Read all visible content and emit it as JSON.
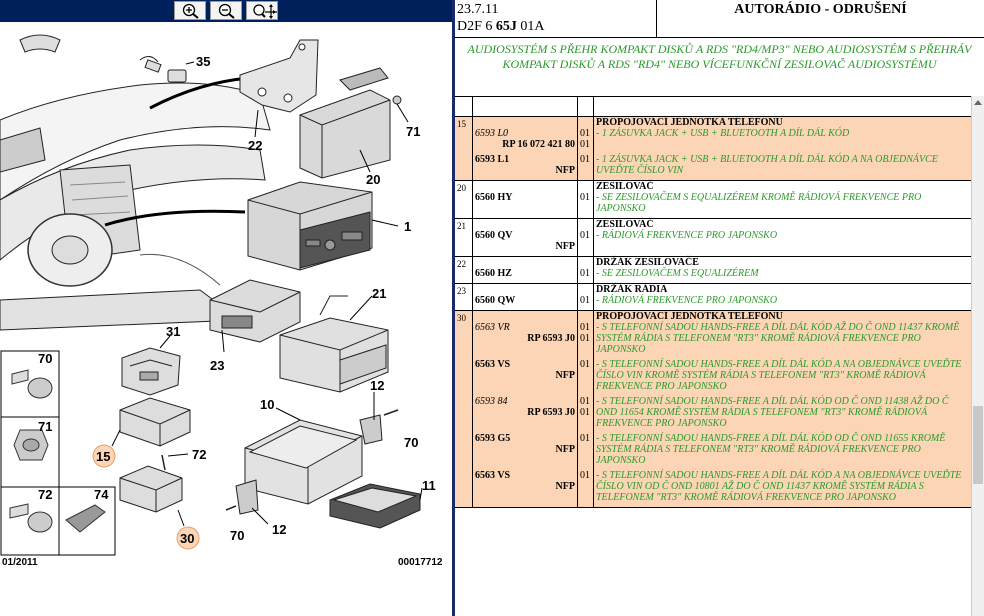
{
  "zoom_buttons": [
    {
      "name": "zoom-in-button",
      "icon": "zoom-in-icon"
    },
    {
      "name": "zoom-out-button",
      "icon": "zoom-out-icon"
    },
    {
      "name": "zoom-pan-button",
      "icon": "zoom-pan-icon"
    }
  ],
  "diagram": {
    "callouts": [
      "35",
      "22",
      "71",
      "20",
      "1",
      "21",
      "31",
      "23",
      "12",
      "70",
      "10",
      "72",
      "15",
      "30",
      "11",
      "12",
      "70"
    ],
    "inset_labels": [
      "70",
      "71",
      "72",
      "74"
    ],
    "footer_date": "01/2011",
    "footer_ref": "00017712"
  },
  "header": {
    "date": "23.7.11",
    "code_prefix": "D2F 6 ",
    "code_bold": "65J",
    "code_suffix": " 01A",
    "title": "AUTORÁDIO - ODRUŠENÍ"
  },
  "banner": "AUDIOSYSTÉM S PŘEHR KOMPAKT DISKŮ A RDS \"RD4/MP3\" NEBO AUDIOSYSTÉM S PŘEHRÁV KOMPAKT DISKŮ A RDS \"RD4\" NEBO VÍCEFUNKČNÍ ZESILOVAČ AUDIOSYSTÉMU",
  "groups": [
    {
      "num": "15",
      "highlight": true,
      "title": "PROPOJOVACÍ JEDNOTKA TELEFONU",
      "rows": [
        {
          "code": "6593 L0",
          "italic": true,
          "sub": "RP 16 072 421 80",
          "q": "01",
          "q2": "01",
          "desc": "- 1 ZÁSUVKA JACK + USB + BLUETOOTH A DÍL DÁL KÓD"
        },
        {
          "code": "6593 L1",
          "italic": false,
          "sub": "NFP",
          "q": "01",
          "q2": "",
          "desc": "- 1 ZÁSUVKA JACK + USB + BLUETOOTH A DÍL DÁL KÓD A NA OBJEDNÁVCE UVEĎTE ČÍSLO VIN"
        }
      ]
    },
    {
      "num": "20",
      "highlight": false,
      "title": "ZESILOVAČ",
      "rows": [
        {
          "code": "6560 HY",
          "italic": false,
          "sub": "",
          "q": "01",
          "q2": "",
          "desc": "- SE ZESILOVAČEM S EQUALIZÉREM KROMĚ RÁDIOVÁ FREKVENCE PRO JAPONSKO"
        }
      ]
    },
    {
      "num": "21",
      "highlight": false,
      "title": "ZESILOVAČ",
      "rows": [
        {
          "code": "6560 QV",
          "italic": false,
          "sub": "NFP",
          "q": "01",
          "q2": "",
          "desc": "- RÁDIOVÁ FREKVENCE PRO JAPONSKO"
        }
      ]
    },
    {
      "num": "22",
      "highlight": false,
      "title": "DRŽÁK ZESILOVAČE",
      "rows": [
        {
          "code": "6560 HZ",
          "italic": false,
          "sub": "",
          "q": "01",
          "q2": "",
          "desc": "- SE ZESILOVAČEM S EQUALIZÉREM"
        }
      ]
    },
    {
      "num": "23",
      "highlight": false,
      "title": "DRŽÁK RÁDIA",
      "rows": [
        {
          "code": "6560 QW",
          "italic": false,
          "sub": "",
          "q": "01",
          "q2": "",
          "desc": "- RÁDIOVÁ FREKVENCE PRO JAPONSKO"
        }
      ]
    },
    {
      "num": "30",
      "highlight": true,
      "title": "PROPOJOVACÍ JEDNOTKA TELEFONU",
      "rows": [
        {
          "code": "6563 VR",
          "italic": true,
          "sub": "RP 6593 J0",
          "q": "01",
          "q2": "01",
          "desc": "- S TELEFONNÍ SADOU HANDS-FREE A DÍL DÁL KÓD AŽ DO Č OND 11437 KROMĚ SYSTÉM RÁDIA S TELEFONEM \"RT3\" KROMĚ RÁDIOVÁ FREKVENCE PRO JAPONSKO"
        },
        {
          "code": "6563 VS",
          "italic": false,
          "sub": "NFP",
          "q": "01",
          "q2": "",
          "desc": "- S TELEFONNÍ SADOU HANDS-FREE A DÍL DÁL KÓD A NA OBJEDNÁVCE UVEĎTE ČÍSLO VIN KROMĚ SYSTÉM RÁDIA S TELEFONEM \"RT3\" KROMĚ RÁDIOVÁ FREKVENCE PRO JAPONSKO"
        },
        {
          "code": "6593 84",
          "italic": true,
          "sub": "RP 6593 J0",
          "q": "01",
          "q2": "01",
          "desc": "- S TELEFONNÍ SADOU HANDS-FREE A DÍL DÁL KÓD OD Č OND 11438 AŽ DO Č OND 11654 KROMĚ SYSTÉM RÁDIA S TELEFONEM \"RT3\" KROMĚ RÁDIOVÁ FREKVENCE PRO JAPONSKO"
        },
        {
          "code": "6593 G5",
          "italic": false,
          "sub": "NFP",
          "q": "01",
          "q2": "",
          "desc": "- S TELEFONNÍ SADOU HANDS-FREE A DÍL DÁL KÓD OD Č OND 11655 KROMĚ SYSTÉM RÁDIA S TELEFONEM \"RT3\" KROMĚ RÁDIOVÁ FREKVENCE PRO JAPONSKO"
        },
        {
          "code": "6563 VS",
          "italic": false,
          "sub": "NFP",
          "q": "01",
          "q2": "",
          "desc": "- S TELEFONNÍ SADOU HANDS-FREE A DÍL DÁL KÓD A NA OBJEDNÁVCE UVEĎTE ČÍSLO VIN OD Č OND 10801 AŽ DO Č OND 11437 KROMĚ SYSTÉM RÁDIA S TELEFONEM \"RT3\" KROMĚ RÁDIOVÁ FREKVENCE PRO JAPONSKO"
        }
      ]
    }
  ]
}
